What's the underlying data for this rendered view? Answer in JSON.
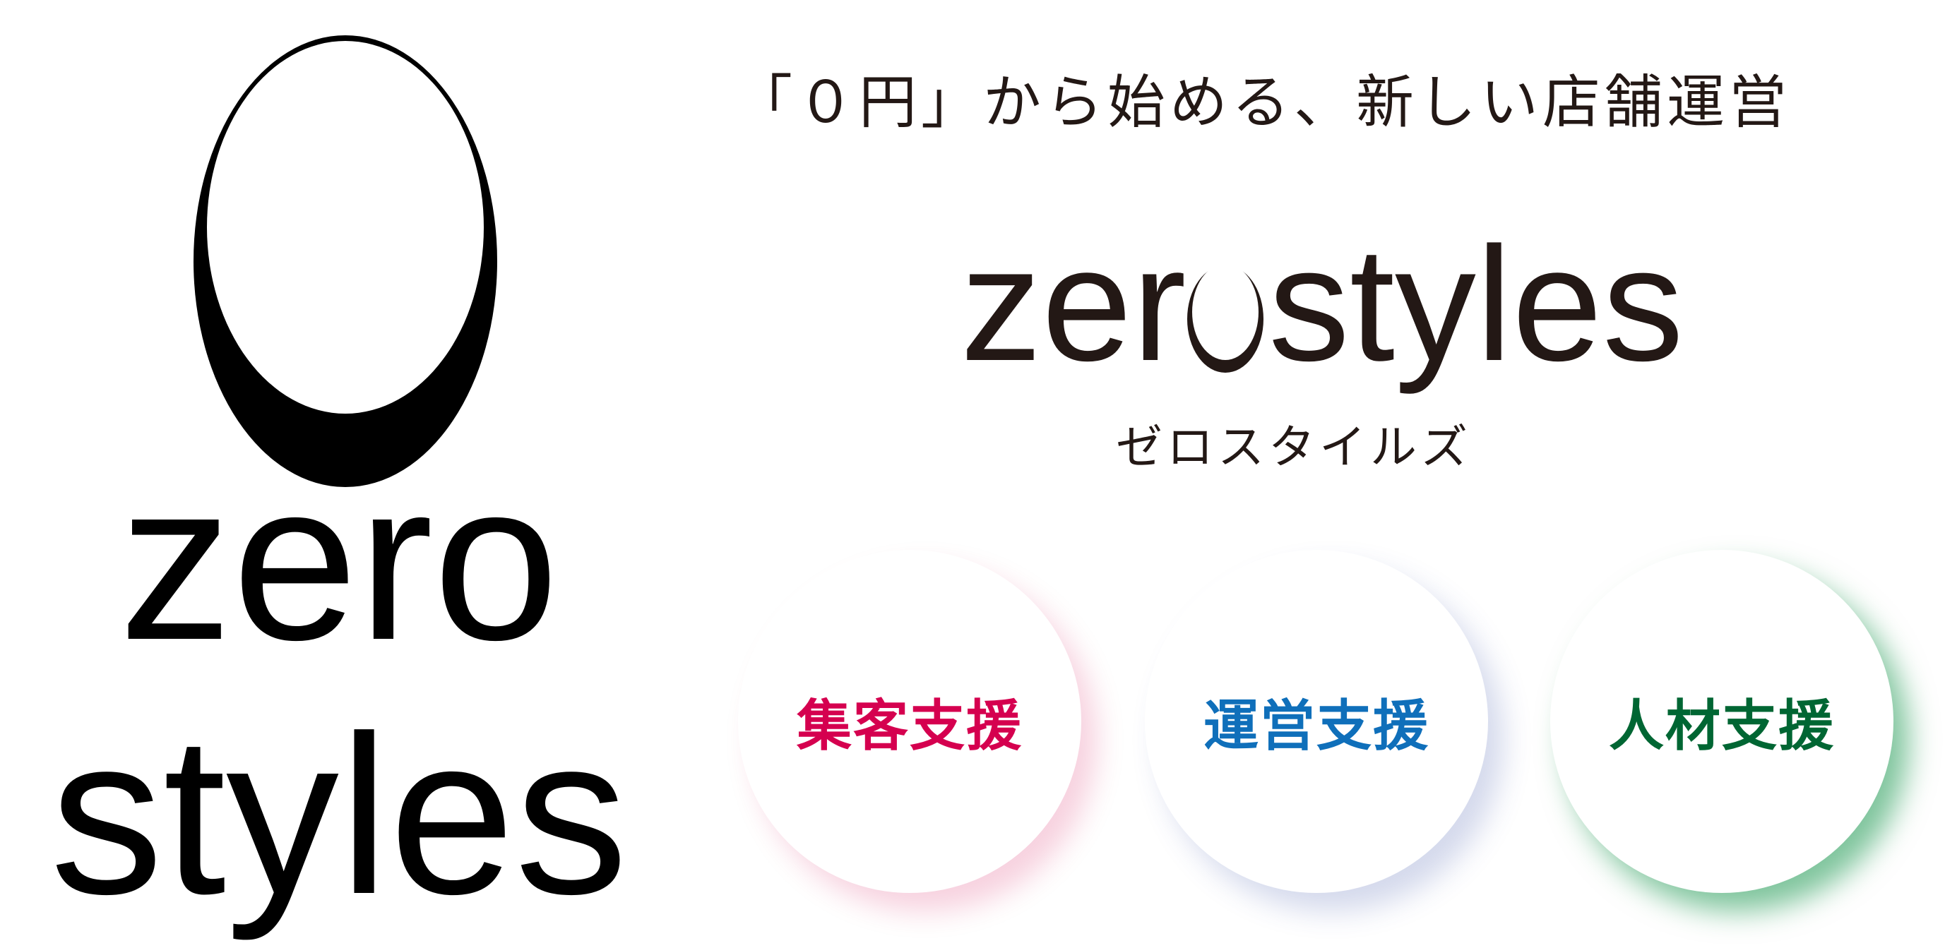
{
  "tagline": "「０円」から始める、新しい店舗運営",
  "logo": {
    "line1": "zero",
    "line2": "styles",
    "wordmark_left": "zer",
    "wordmark_right": "styles"
  },
  "kana": "ゼロスタイルズ",
  "services": [
    {
      "label": "集客支援",
      "color": "#d5004f"
    },
    {
      "label": "運営支援",
      "color": "#0f6fba"
    },
    {
      "label": "人材支援",
      "color": "#006633"
    }
  ]
}
